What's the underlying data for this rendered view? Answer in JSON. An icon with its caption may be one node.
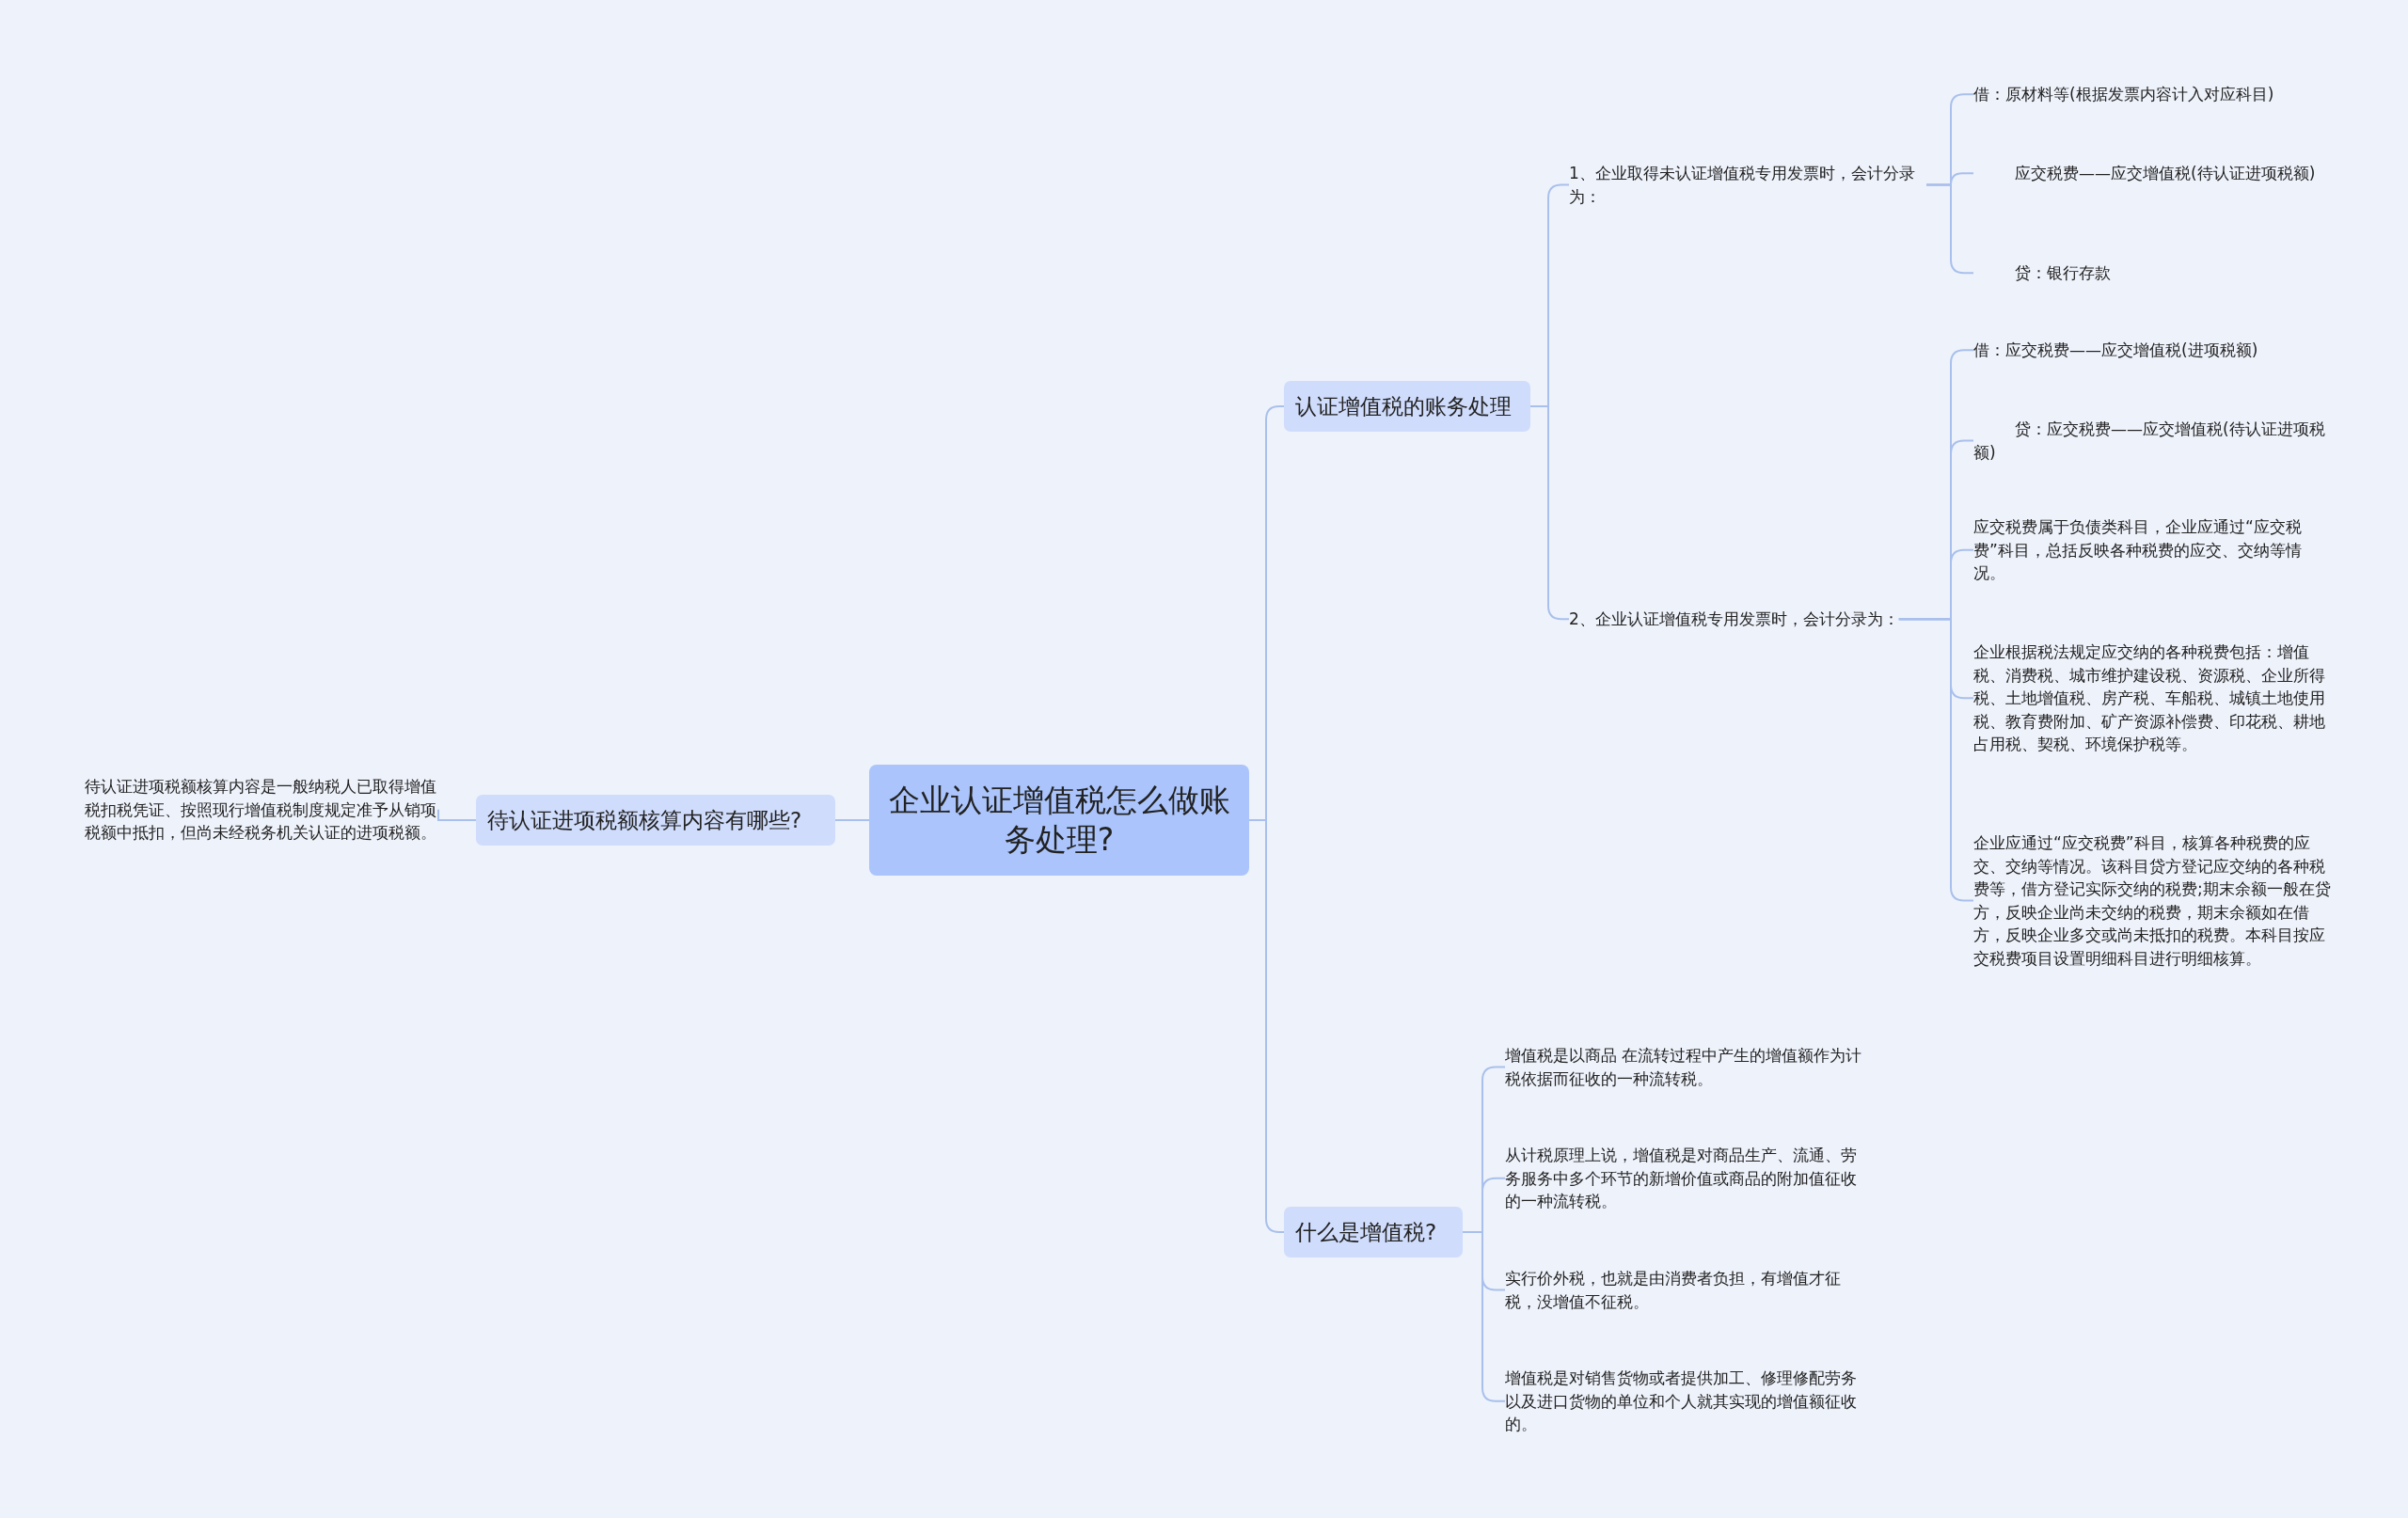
{
  "diagram": {
    "nodes": [
      {
        "text": [
          "企业认证增值税怎么做账务处理?"
        ]
      },
      {
        "text": [
          "认证增值税的账务处理"
        ]
      },
      {
        "text": [
          "1、企业取得未认证增值税专用发票时，会计分录为："
        ]
      },
      {
        "text": [
          "借：原材料等(根据发票内容计入对应科目)"
        ]
      },
      {
        "text": [
          "应交税费——应交增值税(待认证进项税额)"
        ]
      },
      {
        "text": [
          "贷：银行存款"
        ]
      },
      {
        "text": [
          "2、企业认证增值税专用发票时，会计分录为："
        ]
      },
      {
        "text": [
          "借：应交税费——应交增值税(进项税额)"
        ]
      },
      {
        "text": [
          "贷：应交税费——应交增值税(待认证进项税额)"
        ]
      },
      {
        "text": [
          "应交税费属于负债类科目，企业应通过“应交税费”科目，总括反映各种税费的应交、交纳等情况。"
        ]
      },
      {
        "text": [
          "企业根据税法规定应交纳的各种税费包括：增值税、消费税、城市维护建设税、资源税、企业所得税、土地增值税、房产税、车船税、城镇土地使用税、教育费附加、矿产资源补偿费、印花税、耕地占用税、契税、环境保护税等。"
        ]
      },
      {
        "text": [
          "企业应通过“应交税费”科目，核算各种税费的应交、交纳等情况。该科目贷方登记应交纳的各种税费等，借方登记实际交纳的税费;期末余额一般在贷方，反映企业尚未交纳的税费，期末余额如在借方，反映企业多交或尚未抵扣的税费。本科目按应交税费项目设置明细科目进行明细核算。"
        ]
      },
      {
        "text": [
          "什么是增值税?"
        ]
      },
      {
        "text": [
          "增值税是以商品 在流转过程中产生的增值额作为计税依据而征收的一种流转税。"
        ]
      },
      {
        "text": [
          "从计税原理上说，增值税是对商品生产、流通、劳务服务中多个环节的新增价值或商品的附加值征收的一种流转税。"
        ]
      },
      {
        "text": [
          "实行价外税，也就是由消费者负担，有增值才征税，没增值不征税。"
        ]
      },
      {
        "text": [
          "增值税是对销售货物或者提供加工、修理修配劳务以及进口货物的单位和个人就其实现的增值额征收的。"
        ]
      },
      {
        "text": [
          "待认证进项税额核算内容有哪些?"
        ]
      },
      {
        "text": [
          "待认证进项税额核算内容是一般纳税人已取得增值税扣税凭证、按照现行增值税制度规定准予从销项税额中抵扣，但尚未经税务机关认证的进项税额。"
        ]
      }
    ],
    "edges": [
      {
        "from": 0,
        "to": 1,
        "arrow": "none"
      },
      {
        "from": 1,
        "to": 2,
        "arrow": "none"
      },
      {
        "from": 2,
        "to": 3,
        "arrow": "none"
      },
      {
        "from": 2,
        "to": 4,
        "arrow": "none"
      },
      {
        "from": 2,
        "to": 5,
        "arrow": "none"
      },
      {
        "from": 1,
        "to": 6,
        "arrow": "none"
      },
      {
        "from": 6,
        "to": 7,
        "arrow": "none"
      },
      {
        "from": 6,
        "to": 8,
        "arrow": "none"
      },
      {
        "from": 6,
        "to": 9,
        "arrow": "none"
      },
      {
        "from": 6,
        "to": 10,
        "arrow": "none"
      },
      {
        "from": 6,
        "to": 11,
        "arrow": "none"
      },
      {
        "from": 0,
        "to": 12,
        "arrow": "none"
      },
      {
        "from": 12,
        "to": 13,
        "arrow": "none"
      },
      {
        "from": 12,
        "to": 14,
        "arrow": "none"
      },
      {
        "from": 12,
        "to": 15,
        "arrow": "none"
      },
      {
        "from": 12,
        "to": 16,
        "arrow": "none"
      },
      {
        "from": 0,
        "to": 17,
        "arrow": "none"
      },
      {
        "from": 17,
        "to": 18,
        "arrow": "none"
      }
    ]
  }
}
